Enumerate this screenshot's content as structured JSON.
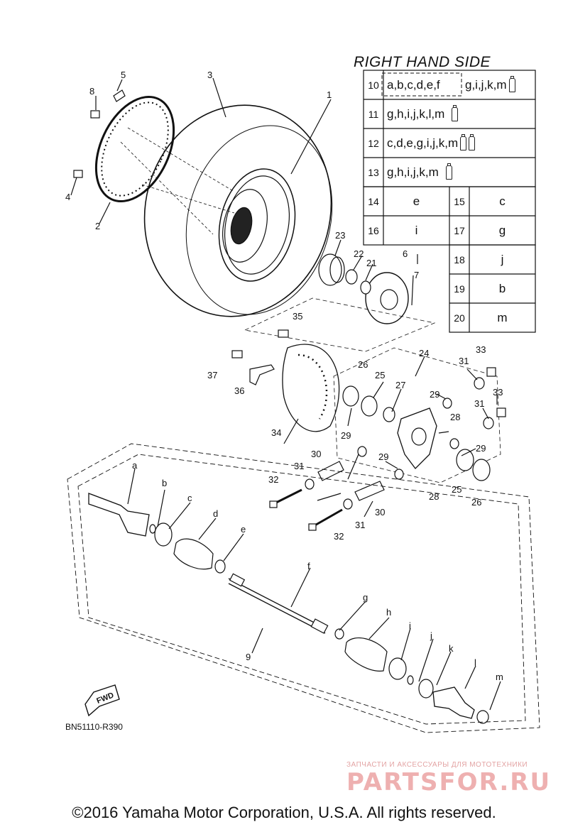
{
  "table": {
    "title": "RIGHT HAND SIDE",
    "rows": [
      {
        "num": "10",
        "val": "a,b,c,d,e,f",
        "val2": "g,i,j,k,m"
      },
      {
        "num": "11",
        "val": "g,h,i,j,k,l,m"
      },
      {
        "num": "12",
        "val": "c,d,e,g,i,j,k,m"
      },
      {
        "num": "13",
        "val": "g,h,i,j,k,m"
      }
    ],
    "pairs": [
      {
        "n1": "14",
        "v1": "e",
        "n2": "15",
        "v2": "c"
      },
      {
        "n1": "16",
        "v1": "i",
        "n2": "17",
        "v2": "g"
      }
    ],
    "single": [
      {
        "n": "18",
        "v": "j"
      },
      {
        "n": "19",
        "v": "b"
      },
      {
        "n": "20",
        "v": "m"
      }
    ]
  },
  "callouts": [
    "1",
    "2",
    "3",
    "4",
    "5",
    "6",
    "7",
    "8",
    "9",
    "21",
    "22",
    "23",
    "24",
    "25",
    "26",
    "27",
    "28",
    "29",
    "30",
    "31",
    "32",
    "33",
    "34",
    "35",
    "36",
    "37",
    "a",
    "b",
    "c",
    "d",
    "e",
    "f",
    "g",
    "h",
    "i",
    "j",
    "k",
    "l",
    "m"
  ],
  "fwd_label": "FWD",
  "part_code": "BN51110-R390",
  "watermark_small": "ЗАПЧАСТИ И АКСЕССУАРЫ ДЛЯ МОТОТЕХНИКИ",
  "watermark_big": "PARTSFOR.RU",
  "copyright": "©2016 Yamaha Motor Corporation, U.S.A. All rights reserved."
}
